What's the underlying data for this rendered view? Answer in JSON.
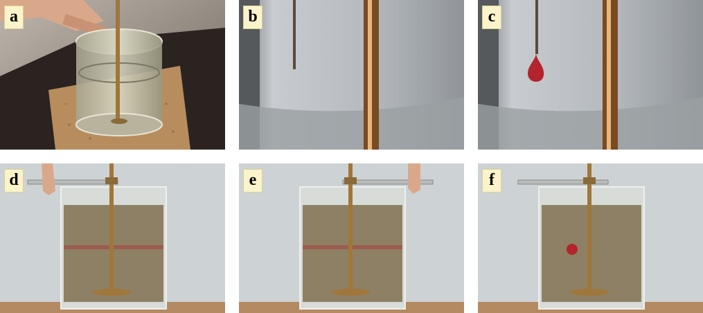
{
  "panels": [
    {
      "label": "a",
      "scene": "hand-placing-rod-in-cylinder"
    },
    {
      "label": "b",
      "scene": "closeup-rod-and-needle"
    },
    {
      "label": "c",
      "scene": "closeup-red-drop-from-needle"
    },
    {
      "label": "d",
      "scene": "cylinder-red-band-left-hand"
    },
    {
      "label": "e",
      "scene": "cylinder-red-band-right-hand"
    },
    {
      "label": "f",
      "scene": "cylinder-red-drop-recovered"
    }
  ],
  "colors": {
    "label_bg": "#fbf3c9",
    "dye_red": "#b3242c",
    "rod_brass": "#a0763a",
    "fluid_olive": "#8e8064",
    "backdrop_grey": "#cdd3d5"
  }
}
